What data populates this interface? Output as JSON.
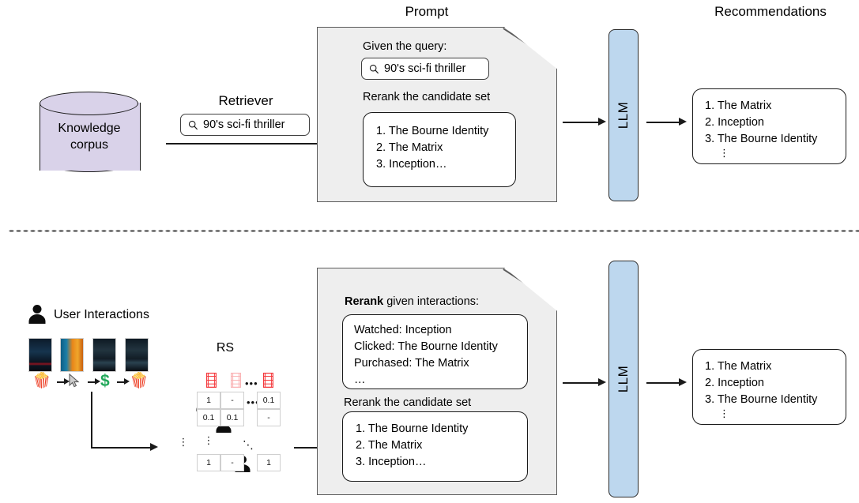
{
  "titles": {
    "prompt": "Prompt",
    "recommendations": "Recommendations",
    "retriever": "Retriever",
    "rs": "RS",
    "user_interactions": "User Interactions"
  },
  "knowledge_corpus": {
    "line1": "Knowledge",
    "line2": "corpus",
    "color": "#d9d2e9"
  },
  "retriever": {
    "query": "90's sci-fi thriller",
    "icon": "search-icon"
  },
  "top_prompt": {
    "given_query_label": "Given the query:",
    "query": "90's sci-fi thriller",
    "rerank_label": "Rerank the candidate set",
    "candidates": [
      "1. The Bourne Identity",
      "2. The Matrix",
      "3. Inception…"
    ]
  },
  "bottom_prompt": {
    "rerank_strong": "Rerank",
    "rerank_rest": " given interactions:",
    "interactions": [
      "Watched: Inception",
      "Clicked: The Bourne Identity",
      "Purchased: The Matrix",
      "…"
    ],
    "rerank_label": "Rerank the candidate set",
    "candidates": [
      "1. The Bourne Identity",
      "2. The Matrix",
      "3. Inception…"
    ]
  },
  "llm": {
    "label": "LLM",
    "color": "#bdd7ee"
  },
  "recommendations_top": {
    "items": [
      "1. The Matrix",
      "2. Inception",
      "3. The Bourne Identity"
    ],
    "ellipsis": "⋮"
  },
  "recommendations_bottom": {
    "items": [
      "1. The Matrix",
      "2. Inception",
      "3. The Bourne Identity"
    ],
    "ellipsis": "⋮"
  },
  "user_interactions": {
    "posters": [
      {
        "name": "Inception",
        "style": "p-inception"
      },
      {
        "name": "The Bourne Identity",
        "style": "p-bourne"
      },
      {
        "name": "The Matrix",
        "style": "p-matrix"
      },
      {
        "name": "The Matrix",
        "style": "p-matrix"
      }
    ],
    "events": [
      {
        "icon": "popcorn-icon",
        "glyph": "🍿",
        "color": "#f0a92b"
      },
      {
        "icon": "cursor-icon",
        "glyph": "➤",
        "color": "#6d6d6d"
      },
      {
        "icon": "dollar-icon",
        "glyph": "$",
        "color": "#22a85a"
      },
      {
        "icon": "popcorn-icon",
        "glyph": "🍿",
        "color": "#f0a92b"
      }
    ]
  },
  "rs_matrix": {
    "column_icons": [
      "film-strip-icon",
      "film-strip-icon",
      "film-strip-icon"
    ],
    "row_icons": [
      "person-icon",
      "person-icon",
      "person-icon"
    ],
    "rows": [
      [
        "1",
        "-",
        "0.1"
      ],
      [
        "0.1",
        "0.1",
        "-"
      ],
      [
        "1",
        "-",
        "1"
      ]
    ],
    "h_ellipsis": "•••",
    "v_ellipsis": "⋮",
    "diag_ellipsis": "⋱"
  }
}
